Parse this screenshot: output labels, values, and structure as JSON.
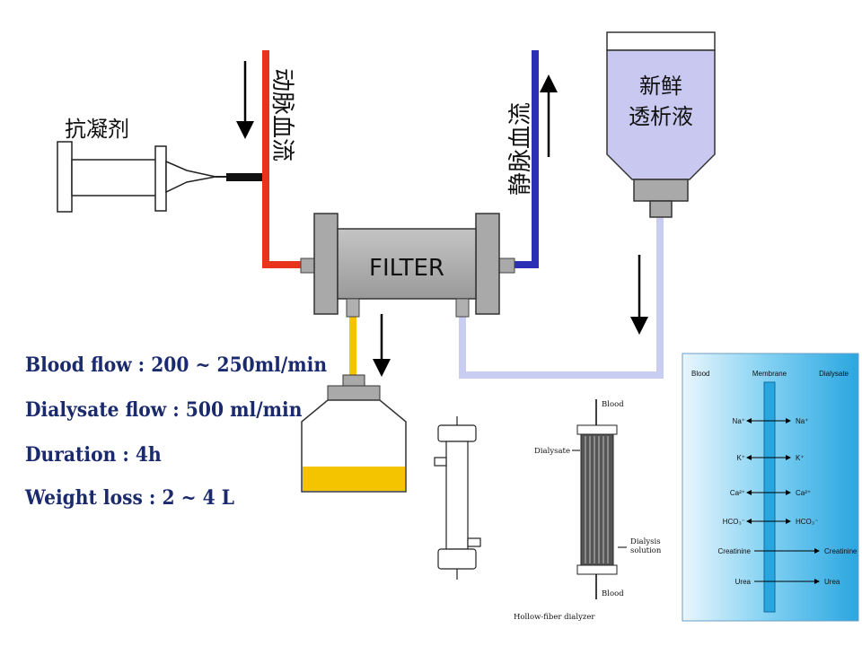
{
  "labels": {
    "anticoagulant": "抗凝剂",
    "arterial": "动脉血流",
    "venous": "静脉血流",
    "dialysate_top": "新鲜",
    "dialysate_bottom": "透析液",
    "filter": "FILTER"
  },
  "info": [
    "Blood flow : 200 ~ 250ml/min",
    "Dialysate flow : 500 ml/min",
    "Duration : 4h",
    "Weight loss : 2 ~ 4 L"
  ],
  "hollow_fiber": {
    "blood_in": "Blood",
    "blood_out": "Blood",
    "dialysate": "Dialysate",
    "dialysis_line1": "Dialysis",
    "dialysis_line2": "solution",
    "caption": "Hollow-fiber dialyzer"
  },
  "membrane": {
    "col_left": "Blood",
    "col_mid": "Membrane",
    "col_right": "Dialysate",
    "rows": [
      {
        "left": "Na⁺",
        "right": "Na⁺",
        "type": "both"
      },
      {
        "left": "K⁺",
        "right": "K⁺",
        "type": "both"
      },
      {
        "left": "Ca²⁺",
        "right": "Ca²⁺",
        "type": "both"
      },
      {
        "left": "HCO₃⁻",
        "right": "HCO₃⁻",
        "type": "both"
      },
      {
        "left": "Creatinine",
        "right": "Creatinine",
        "type": "right"
      },
      {
        "left": "Urea",
        "right": "Urea",
        "type": "right"
      }
    ]
  },
  "colors": {
    "arterial": "#e8341c",
    "venous": "#2b2fb5",
    "effluent": "#f5c400",
    "dialysate_line": "#c9cdf2",
    "bag_fill": "#c8c8f0",
    "filter_gray": "#a9a9a9",
    "info_text": "#1a2a6c"
  }
}
